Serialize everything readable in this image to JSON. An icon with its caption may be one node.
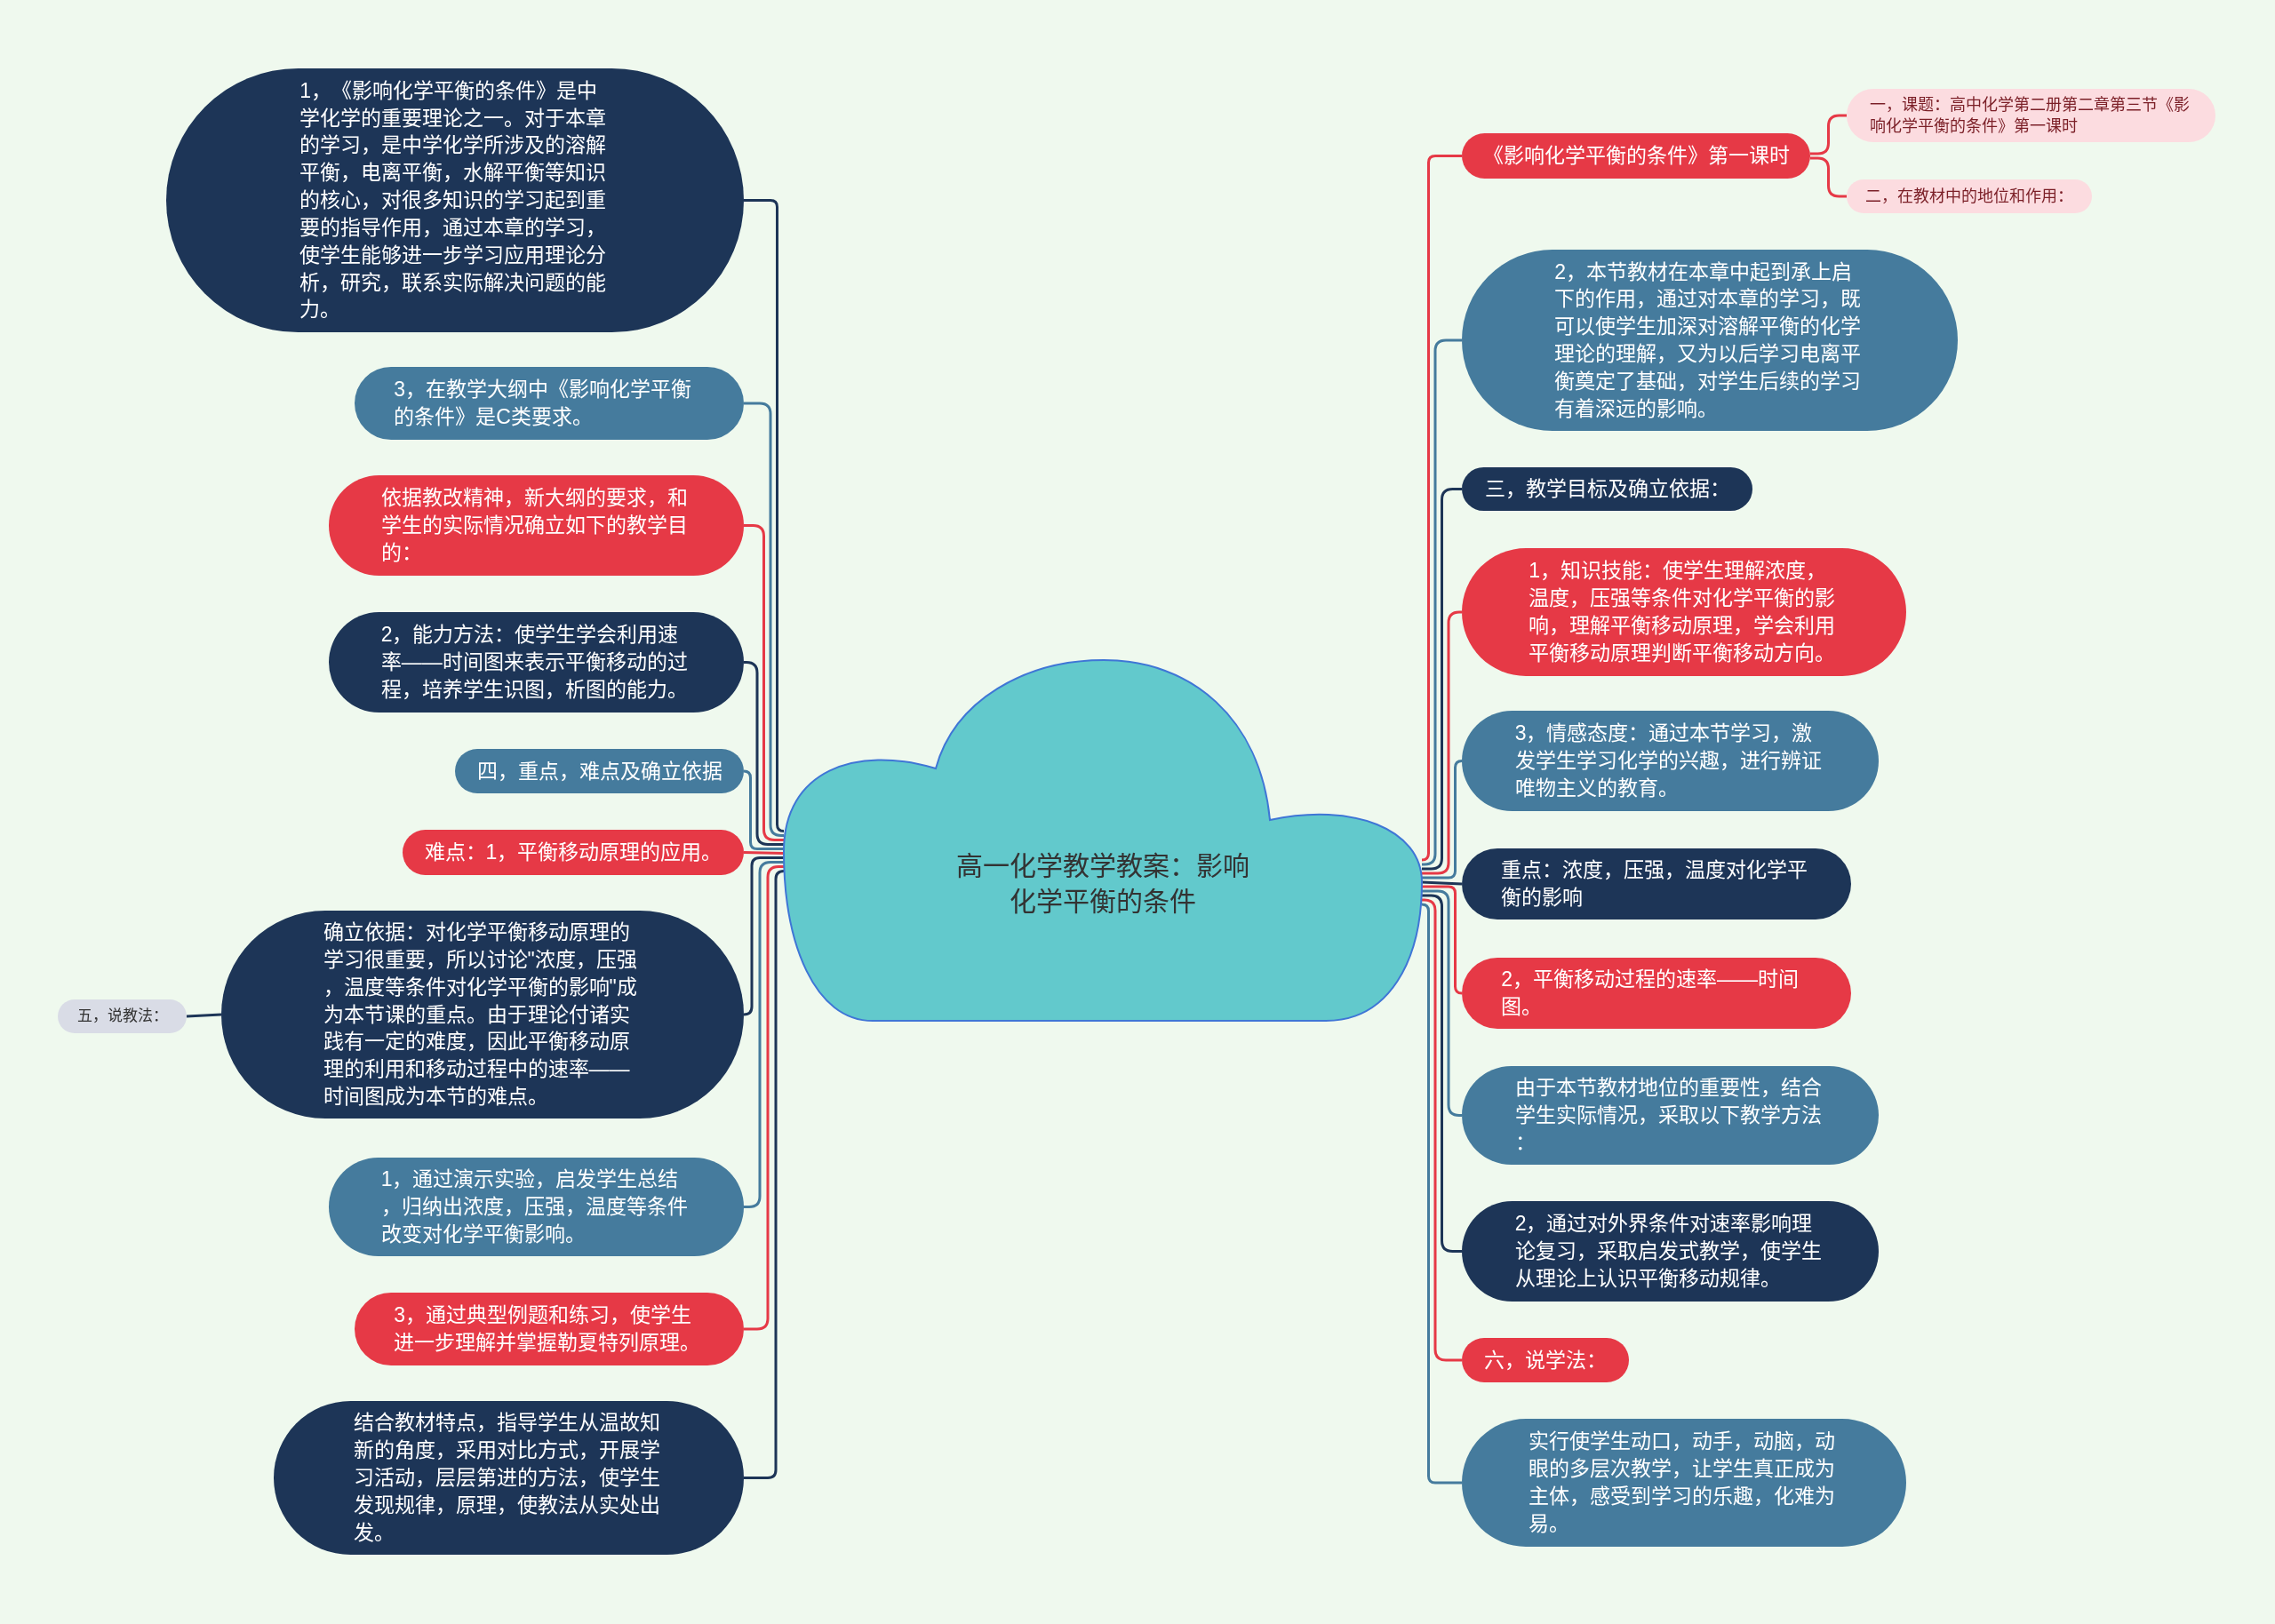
{
  "diagram": {
    "nodes": [
      {
        "text": [
          "高一化学教学教案：影响化学平衡的条件"
        ]
      },
      {
        "text": [
          "1，《影响化学平衡的条件》是中学化学的重要理论之一。对于本章的学习，是中学化学所涉及的溶解平衡，电离平衡，水解平衡等知识的核心，对很多知识的学习起到重要的指导作用，通过本章的学习，使学生能够进一步学习应用理论分析，研究，联系实际解决问题的能力。"
        ]
      },
      {
        "text": [
          "3，在教学大纲中《影响化学平衡的条件》是C类要求。"
        ]
      },
      {
        "text": [
          "依据教改精神，新大纲的要求，和学生的实际情况确立如下的教学目的："
        ]
      },
      {
        "text": [
          "2，能力方法：使学生学会利用速率——时间图来表示平衡移动的过程，培养学生识图，析图的能力。"
        ]
      },
      {
        "text": [
          "四，重点，难点及确立依据"
        ]
      },
      {
        "text": [
          "难点：1，平衡移动原理的应用。"
        ]
      },
      {
        "text": [
          "确立依据：对化学平衡移动原理的学习很重要，所以讨论\"浓度，压强，温度等条件对化学平衡的影响\"成为本节课的重点。由于理论付诸实践有一定的难度，因此平衡移动原理的利用和移动过程中的速率——时间图成为本节的难点。"
        ]
      },
      {
        "text": [
          "五，说教法："
        ]
      },
      {
        "text": [
          "1，通过演示实验，启发学生总结，归纳出浓度，压强，温度等条件改变对化学平衡影响。"
        ]
      },
      {
        "text": [
          "3，通过典型例题和练习，使学生进一步理解并掌握勒夏特列原理。"
        ]
      },
      {
        "text": [
          "结合教材特点，指导学生从温故知新的角度，采用对比方式，开展学习活动，层层第进的方法，使学生发现规律，原理，使教法从实处出发。"
        ]
      },
      {
        "text": [
          "《影响化学平衡的条件》第一课时"
        ]
      },
      {
        "text": [
          "一，课题：高中化学第二册第二章第三节《影响化学平衡的条件》第一课时"
        ]
      },
      {
        "text": [
          "二，在教材中的地位和作用："
        ]
      },
      {
        "text": [
          "2，本节教材在本章中起到承上启下的作用，通过对本章的学习，既可以使学生加深对溶解平衡的化学理论的理解，又为以后学习电离平衡奠定了基础，对学生后续的学习有着深远的影响。"
        ]
      },
      {
        "text": [
          "三，教学目标及确立依据："
        ]
      },
      {
        "text": [
          "1，知识技能：使学生理解浓度，温度，压强等条件对化学平衡的影响，理解平衡移动原理，学会利用平衡移动原理判断平衡移动方向。"
        ]
      },
      {
        "text": [
          "3，情感态度：通过本节学习，激发学生学习化学的兴趣，进行辨证唯物主义的教育。"
        ]
      },
      {
        "text": [
          "重点：浓度，压强，温度对化学平衡的影响"
        ]
      },
      {
        "text": [
          "2，平衡移动过程的速率——时间图。"
        ]
      },
      {
        "text": [
          "由于本节教材地位的重要性，结合学生实际情况，采取以下教学方法："
        ]
      },
      {
        "text": [
          "2，通过对外界条件对速率影响理论复习，采取启发式教学，使学生从理论上认识平衡移动规律。"
        ]
      },
      {
        "text": [
          "六，说学法："
        ]
      },
      {
        "text": [
          "实行使学生动口，动手，动脑，动眼的多层次教学，让学生真正成为主体，感受到学习的乐趣，化难为易。"
        ]
      }
    ],
    "edges": [
      {
        "from": 0,
        "to": 1,
        "arrow": "none",
        "color": "#1d3557"
      },
      {
        "from": 0,
        "to": 2,
        "arrow": "none",
        "color": "#457b9d"
      },
      {
        "from": 0,
        "to": 3,
        "arrow": "none",
        "color": "#e63946"
      },
      {
        "from": 0,
        "to": 4,
        "arrow": "none",
        "color": "#1d3557"
      },
      {
        "from": 0,
        "to": 5,
        "arrow": "none",
        "color": "#457b9d"
      },
      {
        "from": 0,
        "to": 6,
        "arrow": "none",
        "color": "#e63946"
      },
      {
        "from": 0,
        "to": 7,
        "arrow": "none",
        "color": "#1d3557"
      },
      {
        "from": 7,
        "to": 8,
        "arrow": "none",
        "color": "#1d3557"
      },
      {
        "from": 0,
        "to": 9,
        "arrow": "none",
        "color": "#457b9d"
      },
      {
        "from": 0,
        "to": 10,
        "arrow": "none",
        "color": "#e63946"
      },
      {
        "from": 0,
        "to": 11,
        "arrow": "none",
        "color": "#1d3557"
      },
      {
        "from": 0,
        "to": 12,
        "arrow": "none",
        "color": "#e63946"
      },
      {
        "from": 12,
        "to": 13,
        "arrow": "none",
        "color": "#e63946"
      },
      {
        "from": 12,
        "to": 14,
        "arrow": "none",
        "color": "#e63946"
      },
      {
        "from": 0,
        "to": 15,
        "arrow": "none",
        "color": "#457b9d"
      },
      {
        "from": 0,
        "to": 16,
        "arrow": "none",
        "color": "#1d3557"
      },
      {
        "from": 0,
        "to": 17,
        "arrow": "none",
        "color": "#e63946"
      },
      {
        "from": 0,
        "to": 18,
        "arrow": "none",
        "color": "#457b9d"
      },
      {
        "from": 0,
        "to": 19,
        "arrow": "none",
        "color": "#1d3557"
      },
      {
        "from": 0,
        "to": 20,
        "arrow": "none",
        "color": "#e63946"
      },
      {
        "from": 0,
        "to": 21,
        "arrow": "none",
        "color": "#457b9d"
      },
      {
        "from": 0,
        "to": 22,
        "arrow": "none",
        "color": "#1d3557"
      },
      {
        "from": 0,
        "to": 23,
        "arrow": "none",
        "color": "#e63946"
      },
      {
        "from": 0,
        "to": 24,
        "arrow": "none",
        "color": "#457b9d"
      }
    ]
  }
}
